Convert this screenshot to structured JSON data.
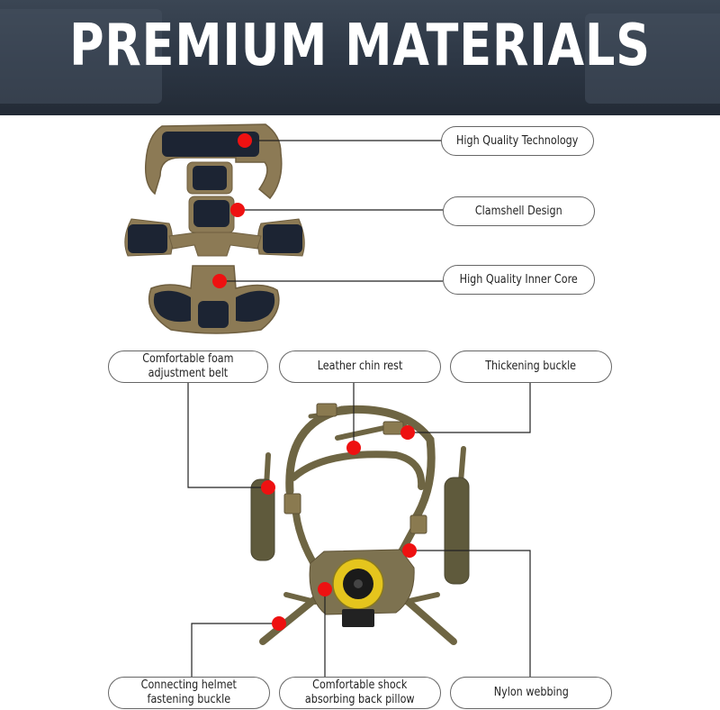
{
  "title": "PREMIUM MATERIALS",
  "pad_labels": {
    "high_quality_technology": "High Quality Technology",
    "clamshell_design": "Clamshell Design",
    "high_quality_inner_core": "High Quality Inner Core"
  },
  "harness_labels": {
    "comfortable_foam": "Comfortable foam\nadjustment belt",
    "leather_chin_rest": "Leather chin rest",
    "thickening_buckle": "Thickening buckle",
    "connecting_helmet": "Connecting helmet\nfastening buckle",
    "comfortable_shock": "Comfortable shock\nabsorbing back pillow",
    "nylon_webbing": "Nylon webbing"
  },
  "colors": {
    "tan": "#8c7a55",
    "tan_dark": "#6f5f40",
    "navy": "#1c2433",
    "marker": "#ee1111",
    "webbing": "#6e6543",
    "dial": "#e5c51d"
  }
}
